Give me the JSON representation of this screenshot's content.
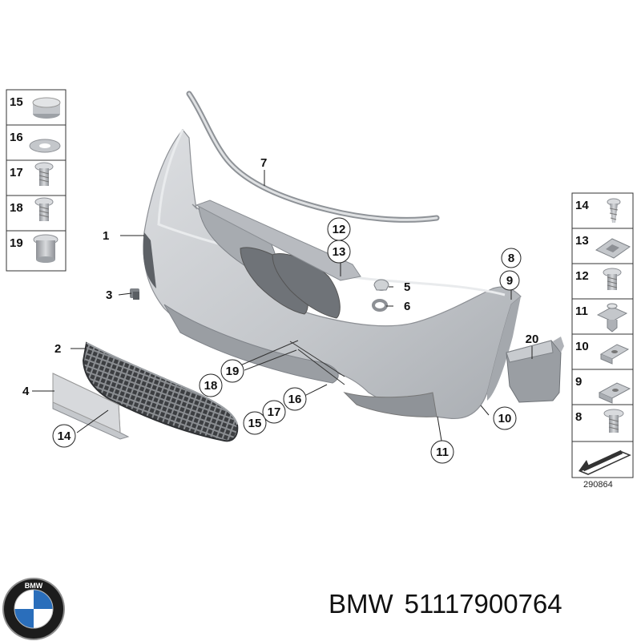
{
  "diagram": {
    "callouts": {
      "c1": "1",
      "c2": "2",
      "c3": "3",
      "c4": "4",
      "c5": "5",
      "c6": "6",
      "c7": "7",
      "c8": "8",
      "c9": "9",
      "c10": "10",
      "c11": "11",
      "c12": "12",
      "c13": "13",
      "c14": "14",
      "c15": "15",
      "c16": "16",
      "c17": "17",
      "c18": "18",
      "c19": "19",
      "c20": "20"
    },
    "left_legend": [
      "15",
      "16",
      "17",
      "18",
      "19"
    ],
    "right_legend": [
      "14",
      "13",
      "12",
      "11",
      "10",
      "9",
      "8"
    ],
    "drawing_number": "290864"
  },
  "footer": {
    "brand": "BMW",
    "part_number": "51117900764",
    "logo_letters": "BMW"
  },
  "colors": {
    "bumper_fill": "#c9ccd0",
    "bumper_shadow": "#9fa3a8",
    "grille": "#6b6e72",
    "bmw_blue": "#2a6ebb",
    "line": "#222222"
  }
}
